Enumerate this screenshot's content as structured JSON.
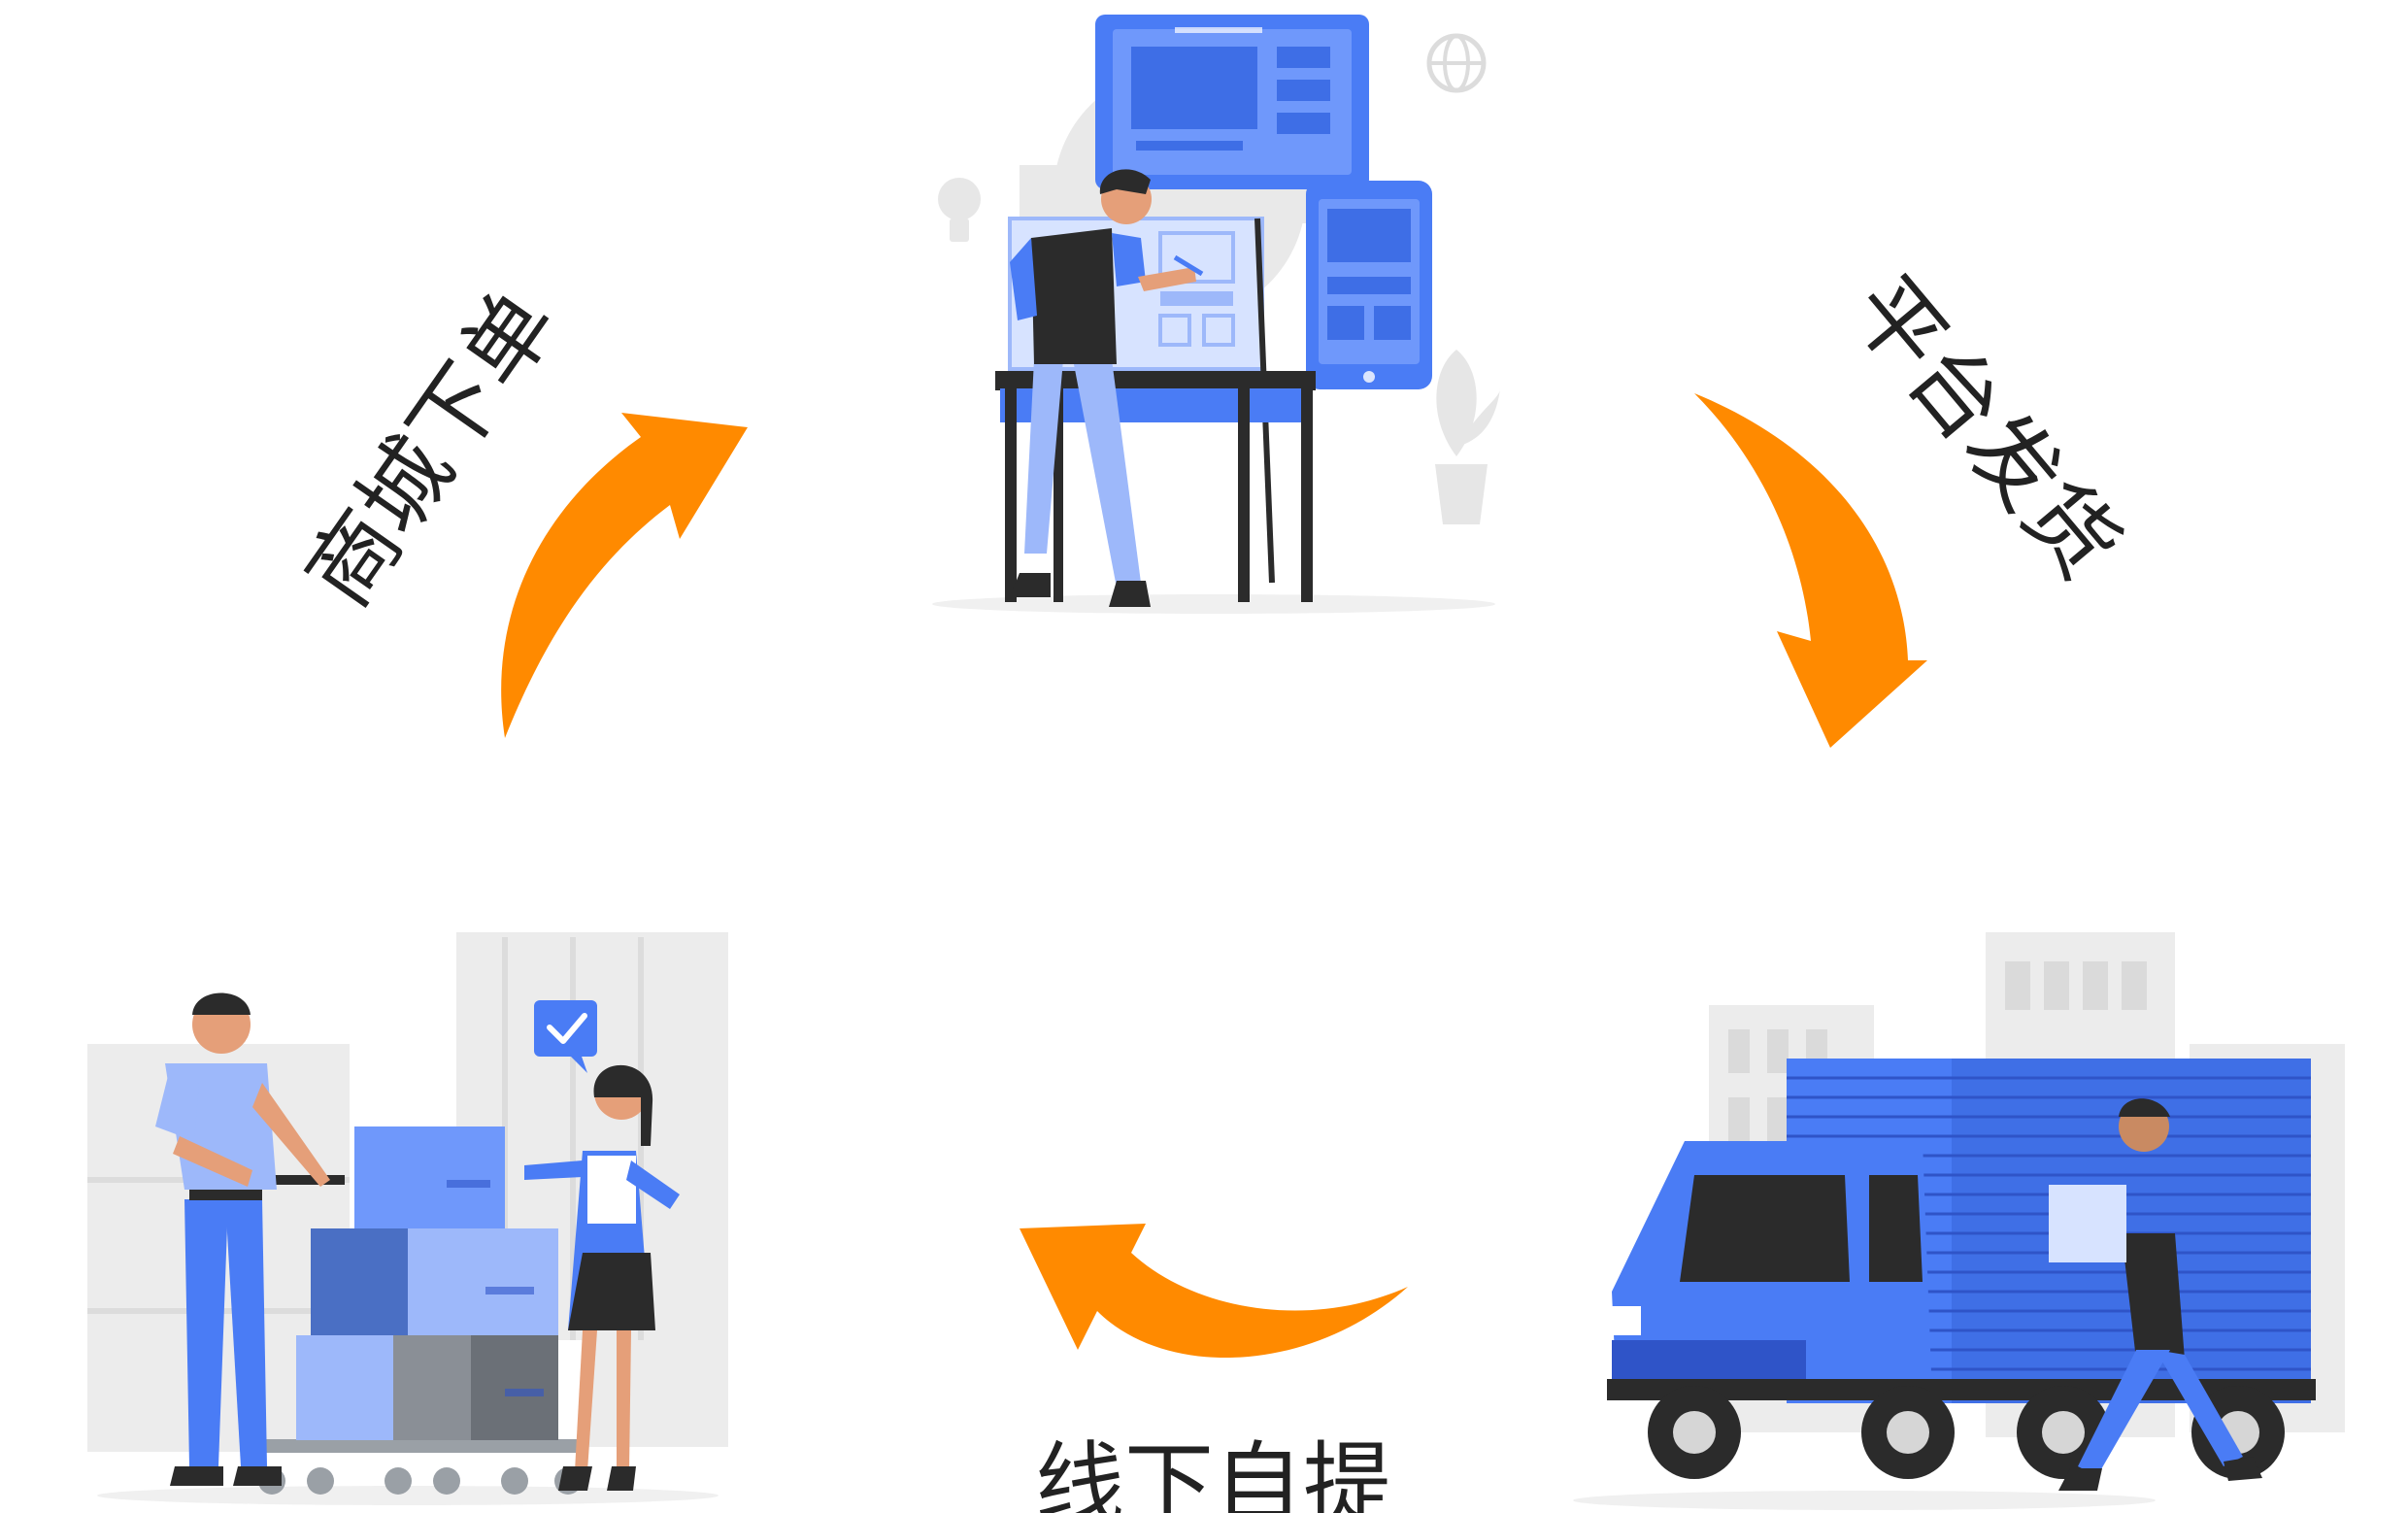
{
  "steps": [
    {
      "id": "order",
      "label": "商城下单"
    },
    {
      "id": "ship",
      "label": "平台发货"
    },
    {
      "id": "pickup",
      "label": "线下自提"
    }
  ],
  "colors": {
    "arrow": "#ff8a00",
    "primary_blue": "#4a7cf5",
    "dark_blue": "#2f54c8",
    "light_blue": "#9db8fa",
    "pale_blue": "#d7e3ff",
    "gray_bg": "#ececec",
    "gray_mid": "#d6d6d6",
    "dark": "#2b2b2b",
    "skin": "#e59f79",
    "white": "#ffffff"
  },
  "icons": {
    "designer_scene": "designer-at-whiteboard-icon",
    "truck_scene": "delivery-truck-icon",
    "pickup_scene": "warehouse-pickup-icon",
    "check": "check-icon"
  }
}
